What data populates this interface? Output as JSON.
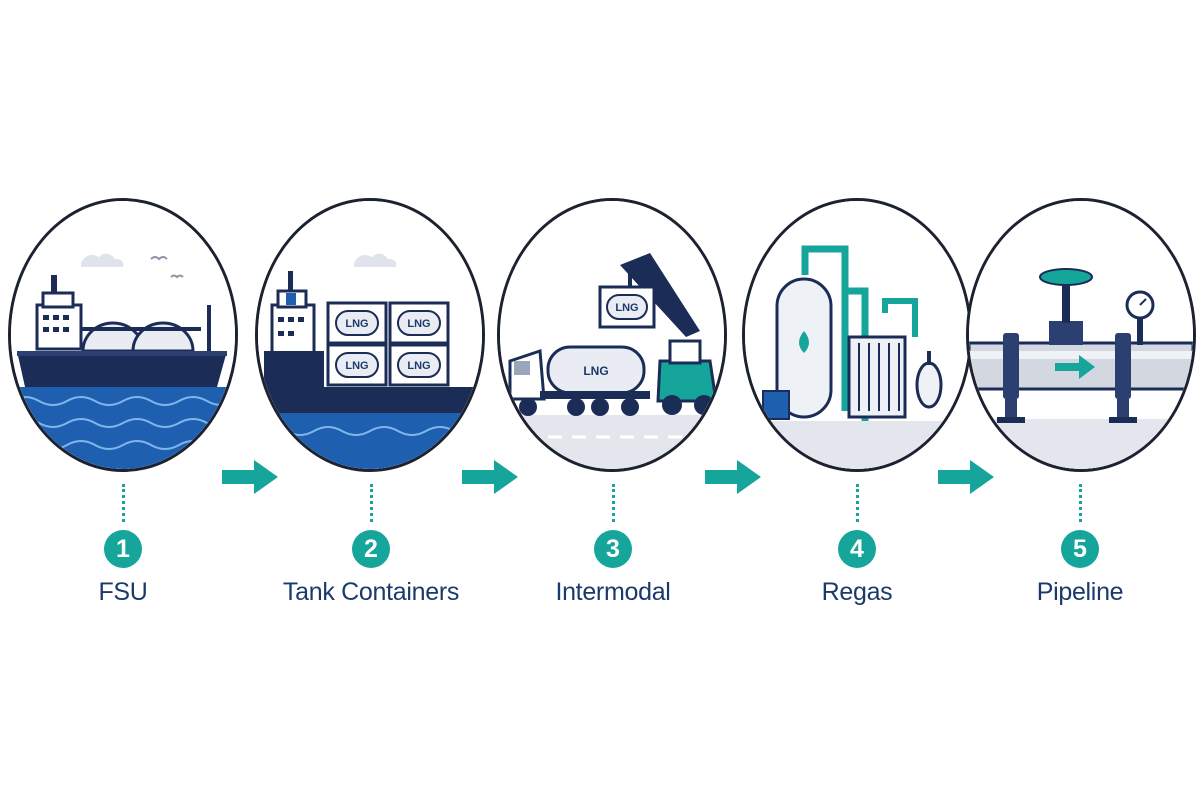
{
  "steps": [
    {
      "number": "1",
      "label": "FSU",
      "icon": "fsu-ship-icon"
    },
    {
      "number": "2",
      "label": "Tank Containers",
      "icon": "container-ship-icon"
    },
    {
      "number": "3",
      "label": "Intermodal",
      "icon": "truck-crane-icon"
    },
    {
      "number": "4",
      "label": "Regas",
      "icon": "regas-plant-icon"
    },
    {
      "number": "5",
      "label": "Pipeline",
      "icon": "pipeline-valve-icon"
    }
  ],
  "container_text": "LNG",
  "colors": {
    "navy": "#1b2d57",
    "teal": "#15a59b",
    "sea": "#1f5fb0",
    "label": "#1b3a6b"
  }
}
